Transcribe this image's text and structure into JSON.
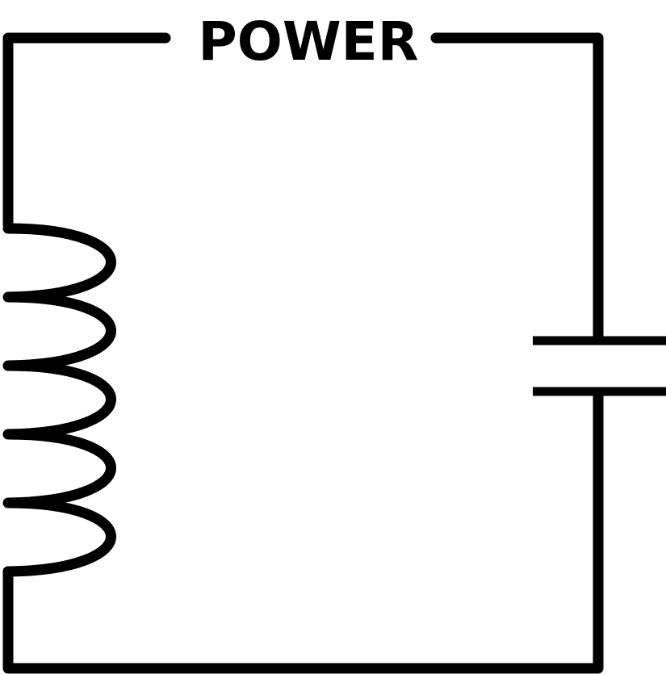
{
  "diagram": {
    "type": "circuit-schematic",
    "title": "POWER",
    "components": [
      {
        "kind": "inductor",
        "position": "left",
        "loops": 5
      },
      {
        "kind": "capacitor",
        "position": "right"
      }
    ],
    "colors": {
      "stroke": "#000000",
      "background": "#ffffff"
    }
  }
}
